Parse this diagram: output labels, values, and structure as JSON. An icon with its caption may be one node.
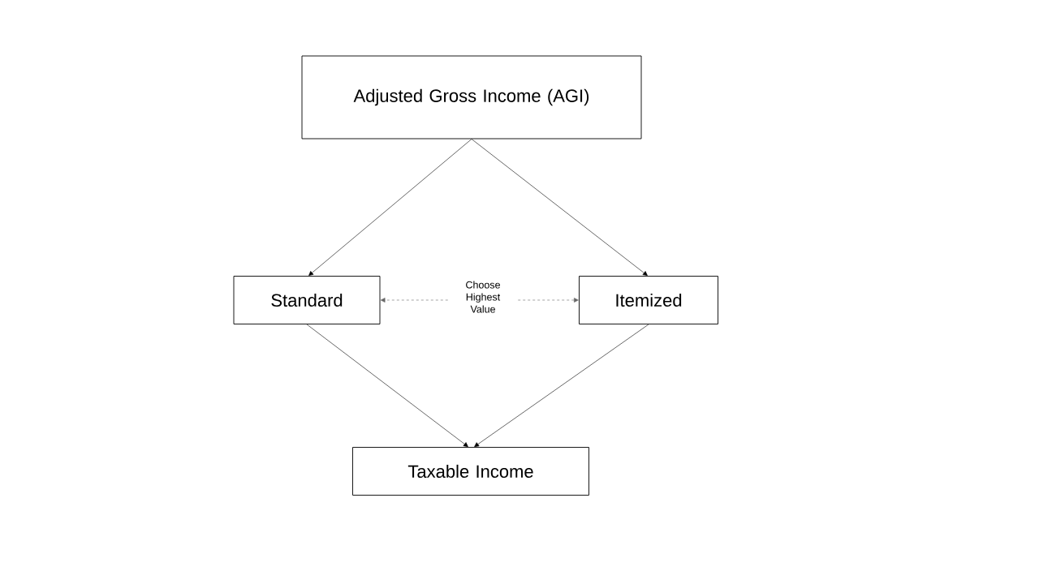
{
  "diagram": {
    "nodes": [
      {
        "text": [
          "Adjusted Gross Income (AGI)"
        ]
      },
      {
        "text": [
          "Standard"
        ]
      },
      {
        "text": [
          "Choose Highest Value"
        ]
      },
      {
        "text": [
          "Itemized"
        ]
      },
      {
        "text": [
          "Taxable Income"
        ]
      }
    ],
    "edges": [
      {
        "from": 0,
        "to": 1,
        "arrow": "to"
      },
      {
        "from": 0,
        "to": 3,
        "arrow": "to"
      },
      {
        "from": 2,
        "to": 1,
        "arrow": "to",
        "style": "dashed",
        "color": "#666666"
      },
      {
        "from": 2,
        "to": 3,
        "arrow": "to",
        "style": "dashed",
        "color": "#666666"
      },
      {
        "from": 1,
        "to": 4,
        "arrow": "to"
      },
      {
        "from": 3,
        "to": 4,
        "arrow": "to"
      }
    ]
  }
}
